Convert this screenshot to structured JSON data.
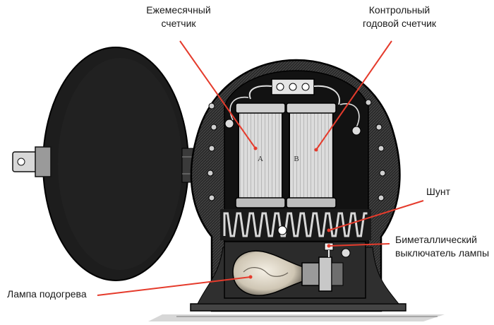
{
  "labels": {
    "monthly_counter": [
      "Ежемесячный",
      "счетчик"
    ],
    "annual_counter": [
      "Контрольный",
      "годовой счетчик"
    ],
    "shunt": "Шунт",
    "bimetal_switch": [
      "Биметаллический",
      "выключатель лампы"
    ],
    "heater_lamp": "Лампа подогрева"
  },
  "jar_marks": {
    "left": "A",
    "right": "B"
  },
  "colors": {
    "leader": "#e53b2c",
    "ink": "#111111",
    "paper": "#ffffff",
    "housing": "#1c1c1c",
    "glass": "#cfcfcf",
    "lamp_glow": "#e9e2d4"
  }
}
